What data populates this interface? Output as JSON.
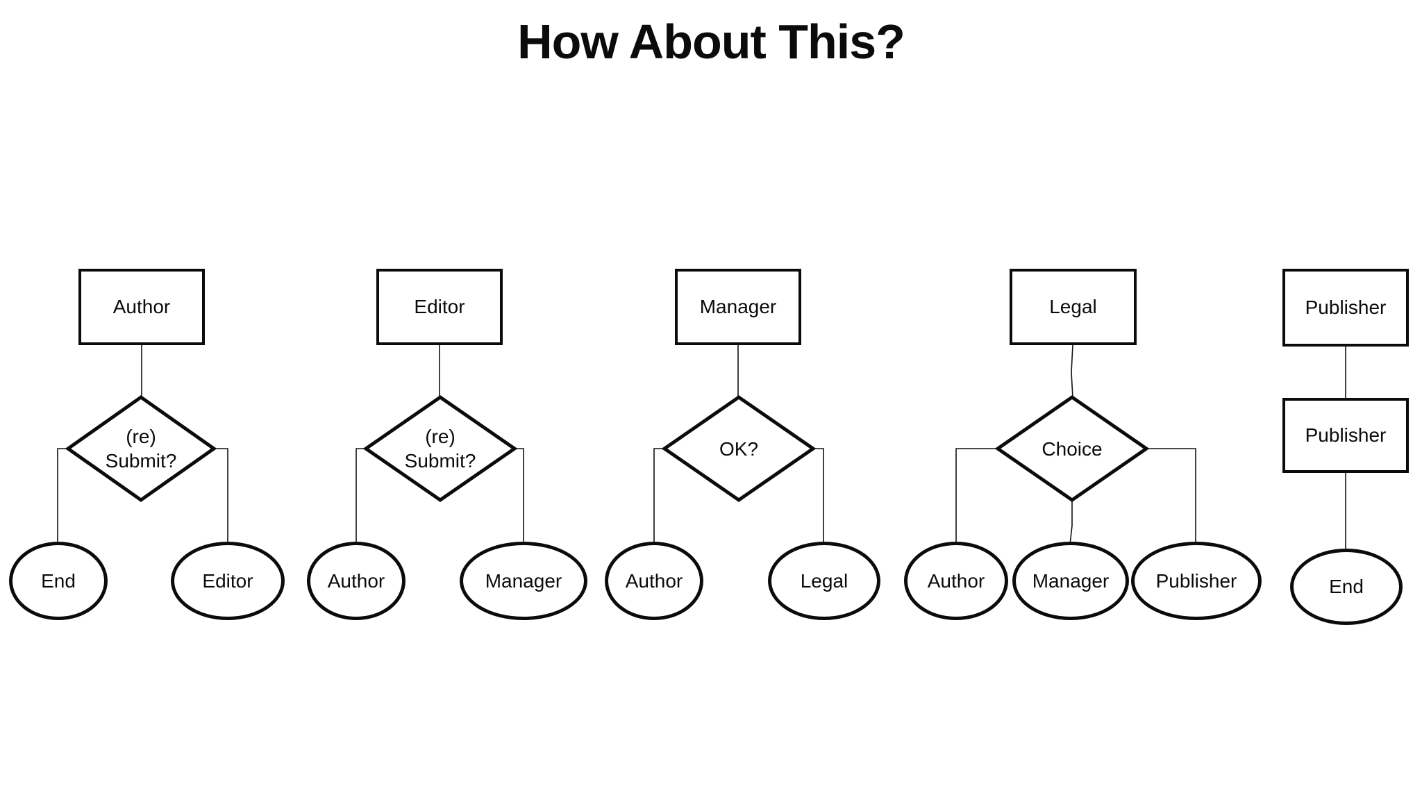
{
  "title": "How About This?",
  "colors": {
    "ink": "#0b0b0b",
    "background": "#ffffff",
    "connector": "#111111"
  },
  "flows": [
    {
      "source": "Author",
      "decision": "(re)\nSubmit?",
      "outcomes": [
        "End",
        "Editor"
      ]
    },
    {
      "source": "Editor",
      "decision": "(re)\nSubmit?",
      "outcomes": [
        "Author",
        "Manager"
      ]
    },
    {
      "source": "Manager",
      "decision": "OK?",
      "outcomes": [
        "Author",
        "Legal"
      ]
    },
    {
      "source": "Legal",
      "decision": "Choice",
      "outcomes": [
        "Author",
        "Manager",
        "Publisher"
      ]
    },
    {
      "source": "Publisher",
      "step": "Publisher",
      "outcomes": [
        "End"
      ]
    }
  ]
}
